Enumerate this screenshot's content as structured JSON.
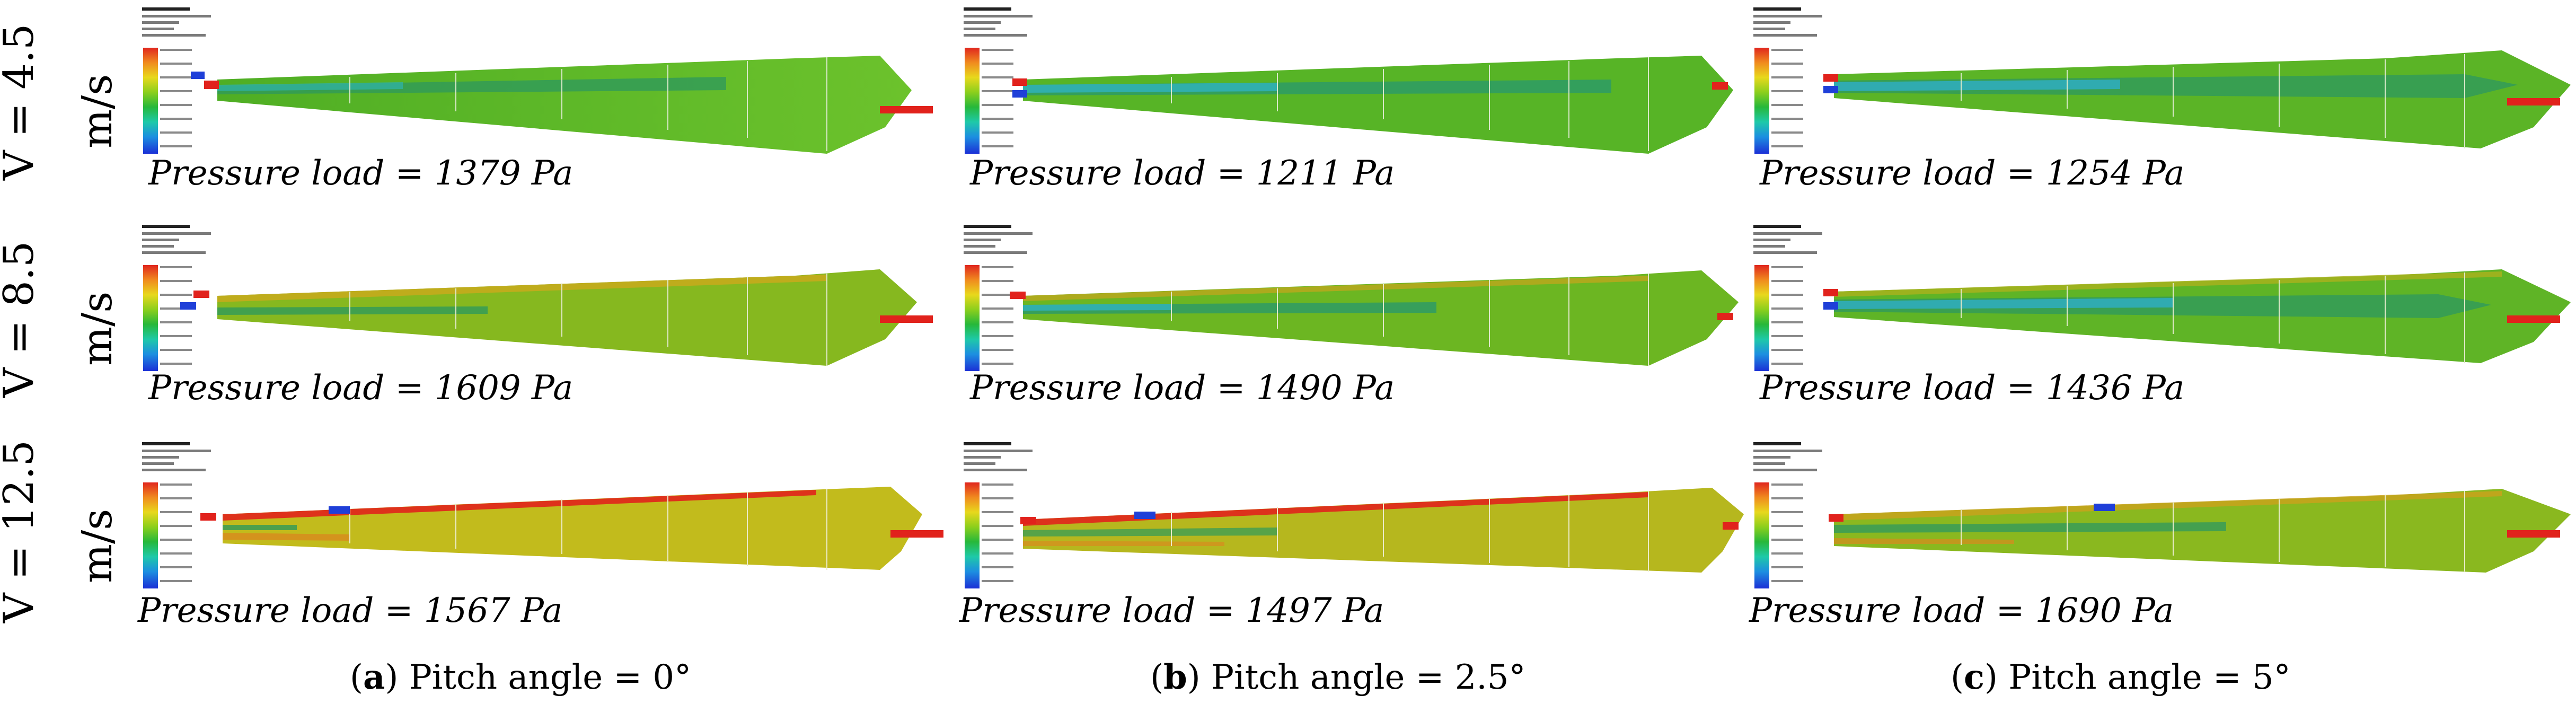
{
  "rows": [
    {
      "speed": "V = 4.5",
      "unit": "m/s"
    },
    {
      "speed": "V = 8.5",
      "unit": "m/s"
    },
    {
      "speed": "V = 12.5",
      "unit": "m/s"
    }
  ],
  "columns": [
    {
      "letter": "a",
      "caption": "Pitch angle =  0°"
    },
    {
      "letter": "b",
      "caption": "Pitch angle =  2.5°"
    },
    {
      "letter": "c",
      "caption": "Pitch angle =  5°"
    }
  ],
  "pressure_labels": [
    [
      "Pressure load = 1379 Pa",
      "Pressure load = 1211 Pa",
      "Pressure load = 1254 Pa"
    ],
    [
      "Pressure load = 1609 Pa",
      "Pressure load = 1490 Pa",
      "Pressure load = 1436 Pa"
    ],
    [
      "Pressure load = 1567 Pa",
      "Pressure load = 1497 Pa",
      "Pressure load = 1690 Pa"
    ]
  ],
  "colors": {
    "blade_green": "#5fb423",
    "blade_olive": "#a9b81e",
    "blade_yellow": "#c8bd1a",
    "stress_red": "#e1221c",
    "stress_blue": "#1f3fd8"
  }
}
